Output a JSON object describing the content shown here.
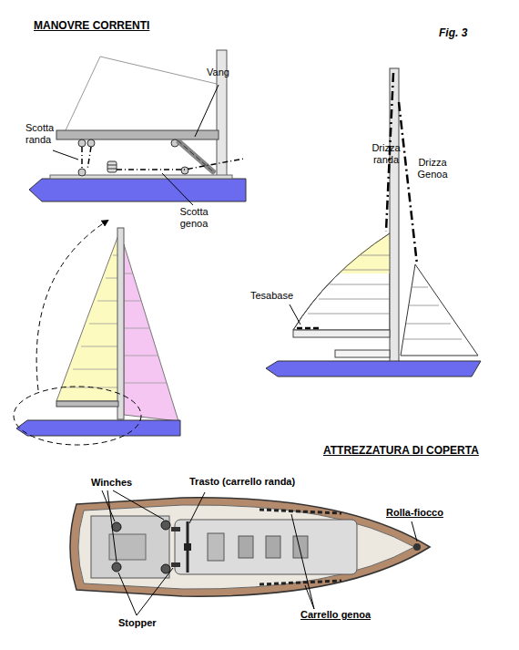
{
  "diagram": {
    "title": "MANOVRE CORRENTI",
    "labels": [
      "Fig. 3",
      "Vang",
      "Scotta randa",
      "Scotta genoa",
      "Drizza randa",
      "Drizza Genoa",
      "Tesabase",
      "ATTREZZATURA DI COPERTA",
      "Winches",
      "Trasto (carrello randa)",
      "Rolla-fiocco",
      "Stopper",
      "Carrello genoa"
    ]
  }
}
